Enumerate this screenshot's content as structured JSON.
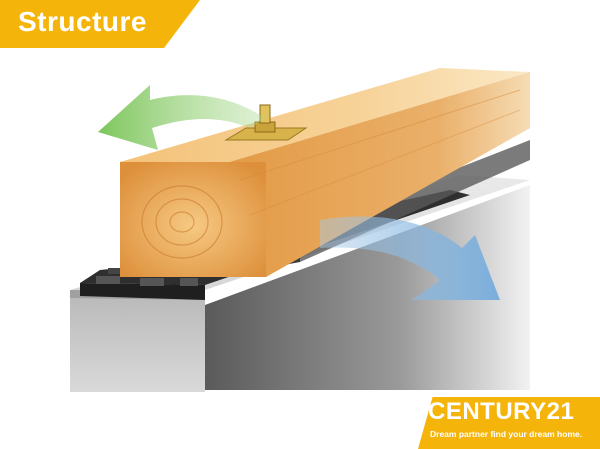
{
  "header": {
    "title": "Structure"
  },
  "illustration": {
    "subject": "wooden sill beam on ventilated foundation packing with metal rail",
    "arrows": [
      {
        "name": "airflow-arrow-outgoing",
        "color": "#6fbf4a"
      },
      {
        "name": "airflow-arrow-incoming",
        "color": "#6ea8dc"
      }
    ]
  },
  "brand": {
    "name": "CENTURY21",
    "tagline": "Dream partner find your dream home.",
    "accent_color": "#f5b40a"
  }
}
